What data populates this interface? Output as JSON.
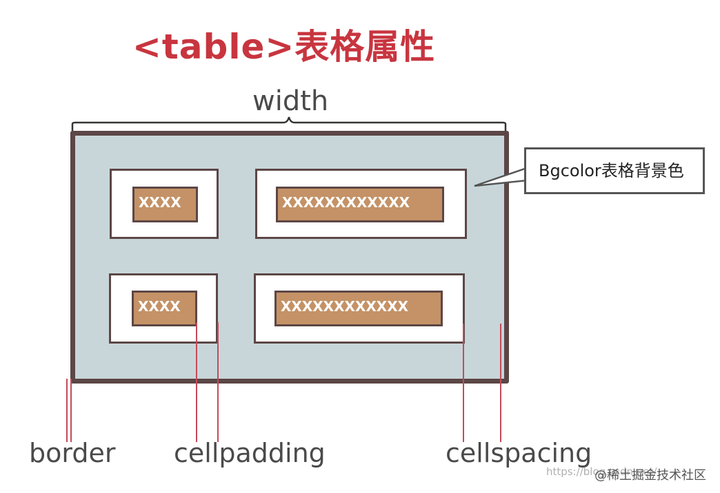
{
  "title": "<table>表格属性",
  "width_label": "width",
  "cells": [
    {
      "text": "XXXX"
    },
    {
      "text": "XXXXXXXXXXXX"
    },
    {
      "text": "XXXX"
    },
    {
      "text": "XXXXXXXXXXXX"
    }
  ],
  "callout": "Bgcolor表格背景色",
  "labels": {
    "border": "border",
    "cellpadding": "cellpadding",
    "cellspacing": "cellspacing"
  },
  "watermark": "@稀土掘金技术社区",
  "watermark_url": "https://blog.csdn.net/",
  "colors": {
    "title": "#c8353f",
    "table_bg": "#c8d6da",
    "border": "#5c4646",
    "inner_fill": "#c49266",
    "indicator": "#c44a5a"
  }
}
